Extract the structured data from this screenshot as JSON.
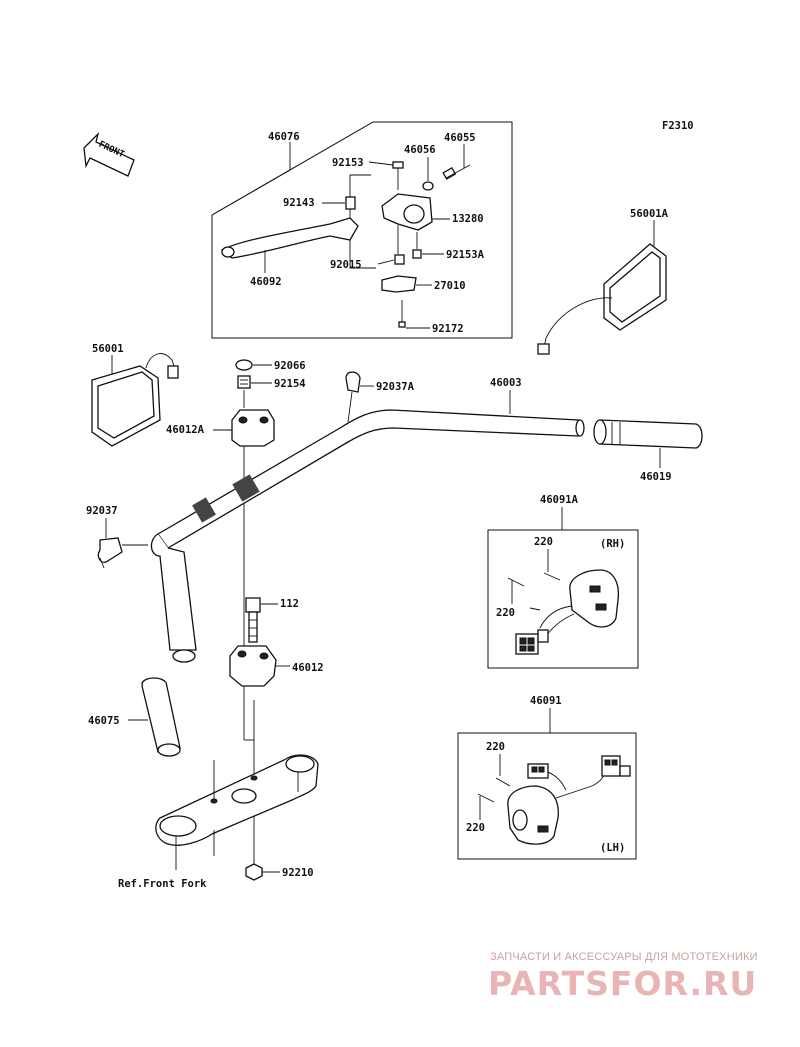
{
  "diagram": {
    "figure_code": "F2310",
    "front_arrow_label": "FRONT",
    "labels": {
      "p46076": "46076",
      "p92153": "92153",
      "p46056": "46056",
      "p46055": "46055",
      "p92143": "92143",
      "p13280": "13280",
      "p92015": "92015",
      "p92153A": "92153A",
      "p46092": "46092",
      "p27010": "27010",
      "p92172": "92172",
      "p56001A": "56001A",
      "p56001": "56001",
      "p92066": "92066",
      "p92154": "92154",
      "p92037A": "92037A",
      "p46003": "46003",
      "p46012A": "46012A",
      "p46019": "46019",
      "p92037": "92037",
      "p46091A": "46091A",
      "p220_rh_a": "220",
      "p220_rh_b": "220",
      "rh": "(RH)",
      "p112": "112",
      "p46012": "46012",
      "p46075": "46075",
      "p46091": "46091",
      "p220_lh_a": "220",
      "p220_lh_b": "220",
      "lh": "(LH)",
      "p92210": "92210",
      "ref_front_fork": "Ref.Front Fork"
    }
  },
  "watermark": {
    "text": "ЗАПЧАСТИ И АКСЕССУАРЫ ДЛЯ МОТОТЕХНИКИ",
    "logo": "PARTSFOR.RU",
    "color": "#e8b4b4"
  }
}
